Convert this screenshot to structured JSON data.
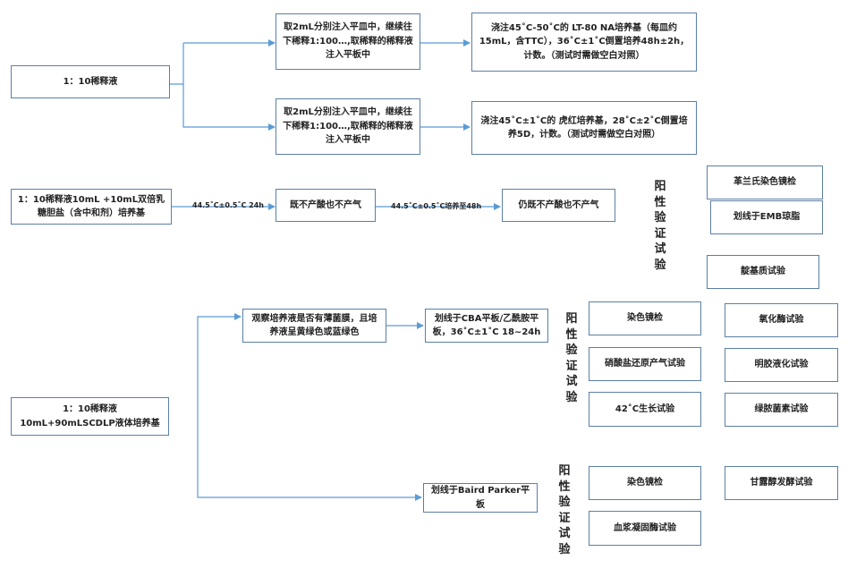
{
  "section1": {
    "start": "1：10稀释液",
    "step_a": "取2mL分别注入平皿中，继续往下稀释1:100…,取稀释的稀释液注入平板中",
    "step_b": "取2mL分别注入平皿中，继续往下稀释1:100…,取稀释的稀释液注入平板中",
    "result_a": "浇注45˚C-50˚C的 LT-80 NA培养基（每皿约15mL，含TTC），36˚C±1˚C倒置培养48h±2h，计数。（测试时需做空白对照）",
    "result_b": "浇注45˚C±1˚C的 虎红培养基，28˚C±2˚C倒置培养5D，计数。（测试时需做空白对照）"
  },
  "section2": {
    "start": "1：10稀释液10mL +10mL双倍乳糖胆盐（含中和剂）培养基",
    "arrow1_label": "44.5˚C±0.5˚C 24h",
    "step": "既不产酸也不产气",
    "arrow2_label": "44.5˚C±0.5˚C培养至48h",
    "result": "仍既不产酸也不产气",
    "confirm_label": "阳性验证试验",
    "tests": [
      "革兰氏染色镜检",
      "划线于EMB琼脂",
      "靛基质试验"
    ]
  },
  "section3": {
    "start": "1：10稀释液 10mL+90mLSCDLP液体培养基",
    "step_a": "观察培养液是否有薄菌膜，且培养液呈黄绿色或蓝绿色",
    "plate_a": "划线于CBA平板/乙酰胺平板，36˚C±1˚C 18~24h",
    "confirm_a_label": "阳性验证试验",
    "tests_a": [
      "染色镜检",
      "氧化酶试验",
      "硝酸盐还原产气试验",
      "明胶液化试验",
      "42˚C生长试验",
      "绿脓菌素试验"
    ],
    "plate_b": "划线于Baird Parker平板",
    "confirm_b_label": "阳性验证试验",
    "tests_b": [
      "染色镜检",
      "甘露醇发酵试验",
      "血浆凝固酶试验"
    ]
  },
  "colors": {
    "border": "#5b7fa6",
    "arrow": "#5b9bd5"
  }
}
